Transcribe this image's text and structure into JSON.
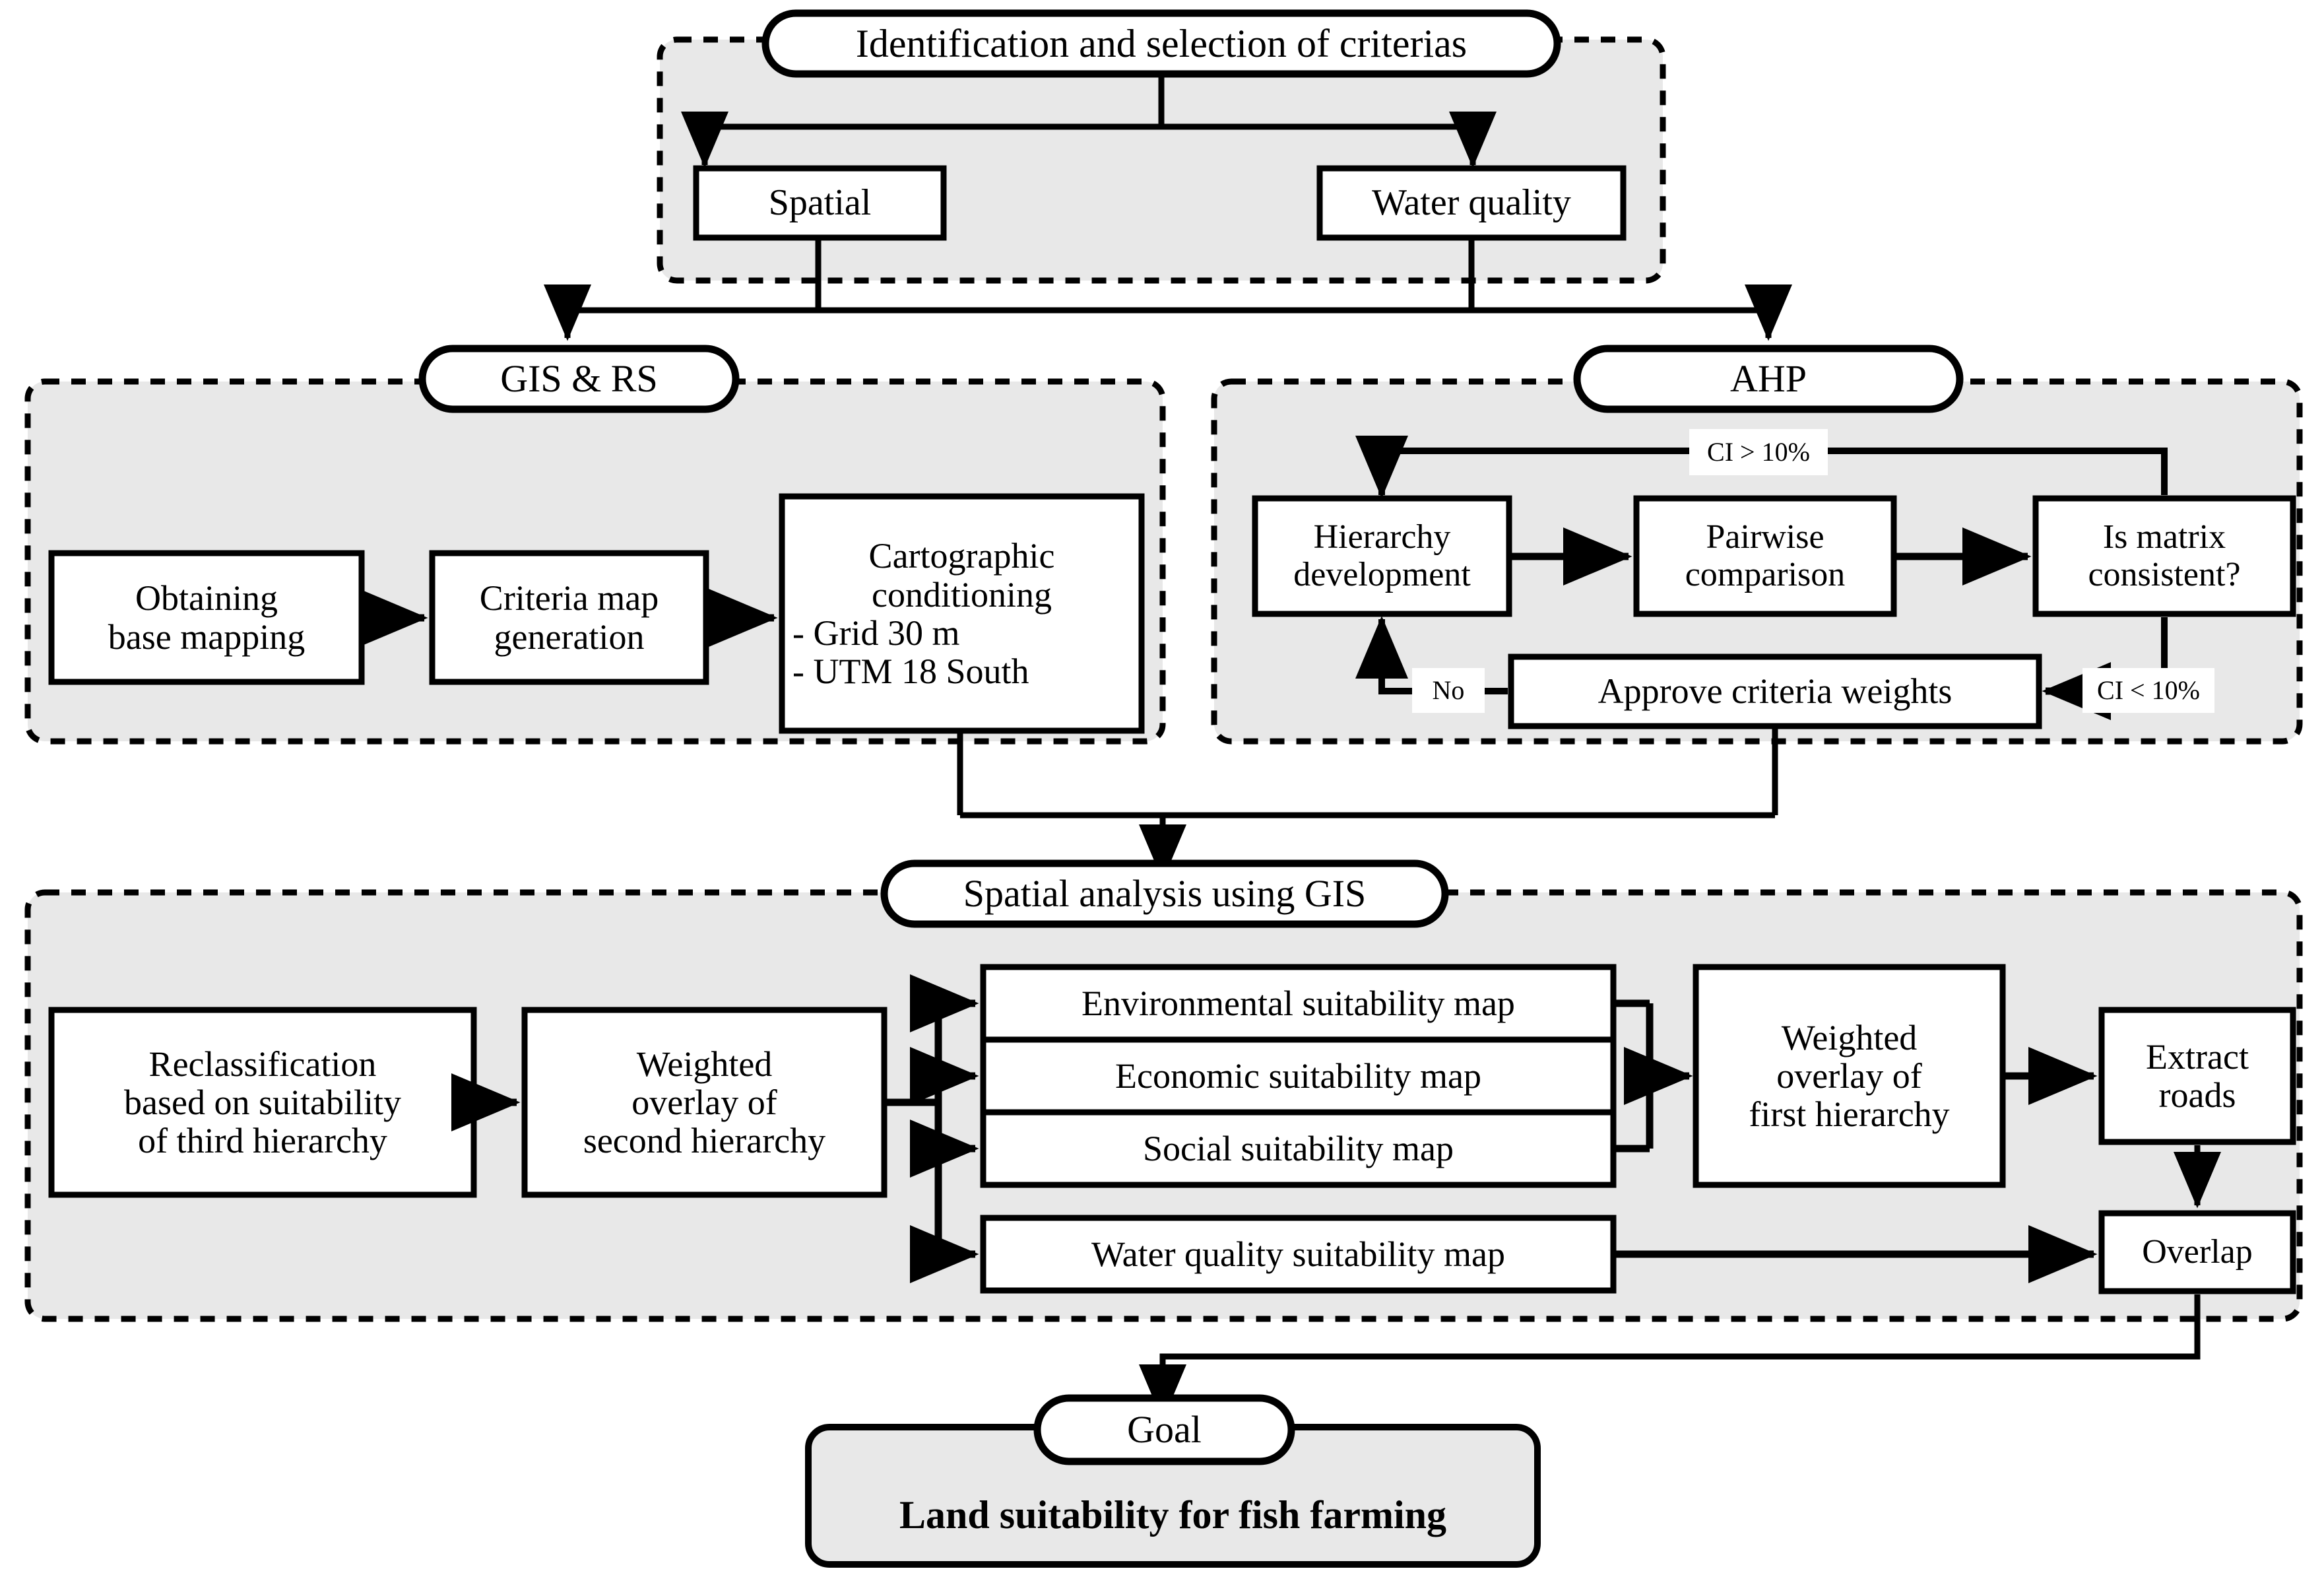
{
  "diagram": {
    "title": "Land suitability for fish farming methodology flowchart",
    "colors": {
      "group_fill": "#e8e8e8",
      "node_fill": "#ffffff",
      "stroke": "#000000",
      "page_background": "#ffffff"
    },
    "sections": [
      {
        "id": "criteria",
        "header": "Identification and selection of criterias",
        "border": "dashed",
        "nodes": [
          {
            "id": "spatial",
            "label": "Spatial"
          },
          {
            "id": "water-quality",
            "label": "Water quality"
          }
        ]
      },
      {
        "id": "gis-rs",
        "header": "GIS & RS",
        "border": "dashed",
        "nodes": [
          {
            "id": "obtaining-base-mapping",
            "lines": [
              "Obtaining",
              "base mapping"
            ]
          },
          {
            "id": "criteria-map-generation",
            "lines": [
              "Criteria map",
              "generation"
            ]
          },
          {
            "id": "cartographic-conditioning",
            "lines": [
              "Cartographic",
              "conditioning"
            ],
            "bullets": [
              "- Grid 30 m",
              "- UTM 18 South"
            ]
          }
        ]
      },
      {
        "id": "ahp",
        "header": "AHP",
        "border": "dashed",
        "nodes": [
          {
            "id": "hierarchy-development",
            "lines": [
              "Hierarchy",
              "development"
            ]
          },
          {
            "id": "pairwise-comparison",
            "lines": [
              "Pairwise",
              "comparison"
            ]
          },
          {
            "id": "is-matrix-consistent",
            "lines": [
              "Is matrix",
              "consistent?"
            ]
          },
          {
            "id": "approve-criteria-weights",
            "lines": [
              "Approve criteria weights"
            ]
          }
        ],
        "edge_labels": [
          {
            "id": "ci-greater",
            "text": "CI > 10%"
          },
          {
            "id": "ci-less",
            "text": "CI < 10%"
          },
          {
            "id": "no",
            "text": "No"
          }
        ]
      },
      {
        "id": "spatial-analysis",
        "header": "Spatial analysis using GIS",
        "border": "dashed",
        "nodes": [
          {
            "id": "reclassification",
            "lines": [
              "Reclassification",
              "based on suitability",
              "of third hierarchy"
            ]
          },
          {
            "id": "weighted-overlay-second",
            "lines": [
              "Weighted",
              "overlay of",
              "second hierarchy"
            ]
          },
          {
            "id": "environmental-suitability-map",
            "lines": [
              "Environmental suitability map"
            ]
          },
          {
            "id": "economic-suitability-map",
            "lines": [
              "Economic suitability map"
            ]
          },
          {
            "id": "social-suitability-map",
            "lines": [
              "Social suitability map"
            ]
          },
          {
            "id": "weighted-overlay-first",
            "lines": [
              "Weighted",
              "overlay of",
              "first hierarchy"
            ]
          },
          {
            "id": "extract-roads",
            "lines": [
              "Extract",
              "roads"
            ]
          },
          {
            "id": "water-quality-suitability-map",
            "lines": [
              "Water quality suitability map"
            ]
          },
          {
            "id": "overlap",
            "lines": [
              "Overlap"
            ]
          }
        ]
      },
      {
        "id": "goal",
        "header": "Goal",
        "border": "solid",
        "nodes": [
          {
            "id": "land-suitability",
            "label": "Land suitability for fish farming",
            "bold": true
          }
        ]
      }
    ]
  }
}
